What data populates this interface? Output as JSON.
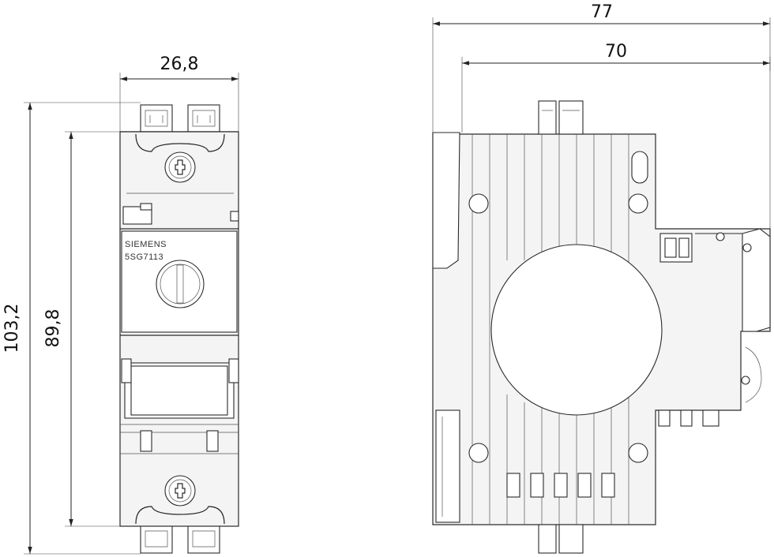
{
  "dimensions": {
    "front_width": "26,8",
    "front_total_height": "103,2",
    "front_body_height": "89,8",
    "side_total_depth": "77",
    "side_body_depth": "70"
  },
  "device_label": {
    "brand": "SIEMENS",
    "model": "5SG7113"
  }
}
